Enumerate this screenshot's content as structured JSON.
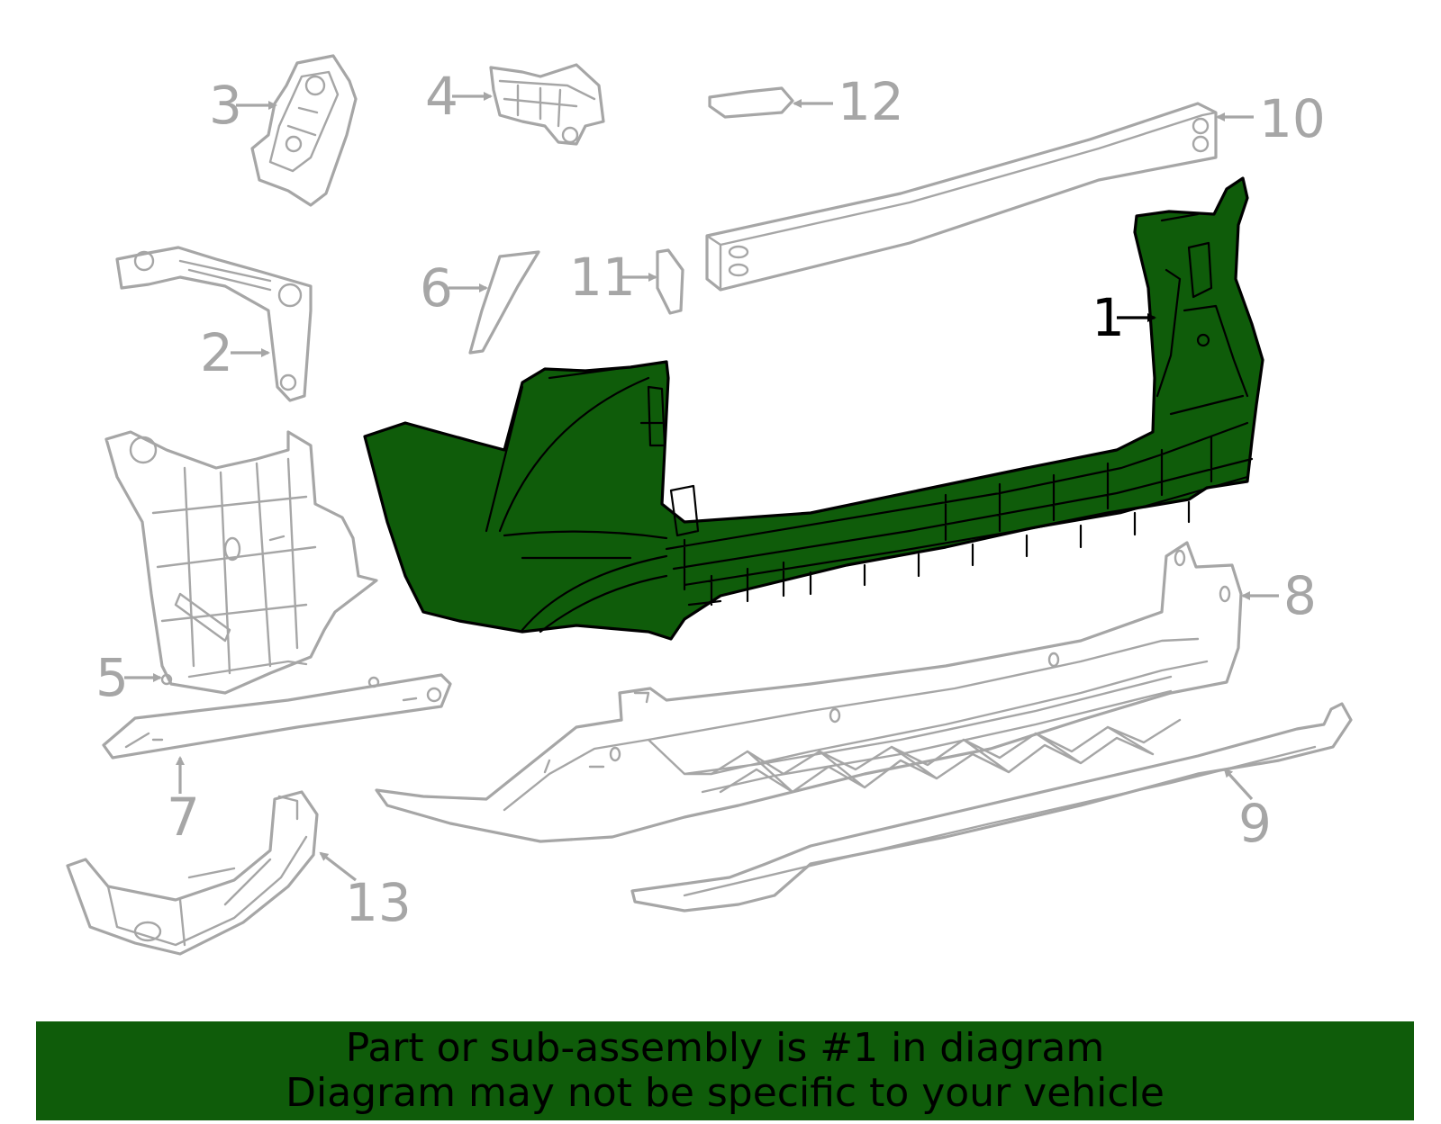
{
  "callouts": [
    {
      "id": "1",
      "label": "1"
    },
    {
      "id": "2",
      "label": "2"
    },
    {
      "id": "3",
      "label": "3"
    },
    {
      "id": "4",
      "label": "4"
    },
    {
      "id": "5",
      "label": "5"
    },
    {
      "id": "6",
      "label": "6"
    },
    {
      "id": "7",
      "label": "7"
    },
    {
      "id": "8",
      "label": "8"
    },
    {
      "id": "9",
      "label": "9"
    },
    {
      "id": "10",
      "label": "10"
    },
    {
      "id": "11",
      "label": "11"
    },
    {
      "id": "12",
      "label": "12"
    },
    {
      "id": "13",
      "label": "13"
    }
  ],
  "highlighted_part": "1",
  "colors": {
    "highlight": "#0f5c0a",
    "outline_gray": "#a6a6a6",
    "banner": "#0f5c0a"
  },
  "footer": {
    "line1": "Part or sub-assembly is #1 in diagram",
    "line2": "Diagram may not be specific to your vehicle"
  }
}
